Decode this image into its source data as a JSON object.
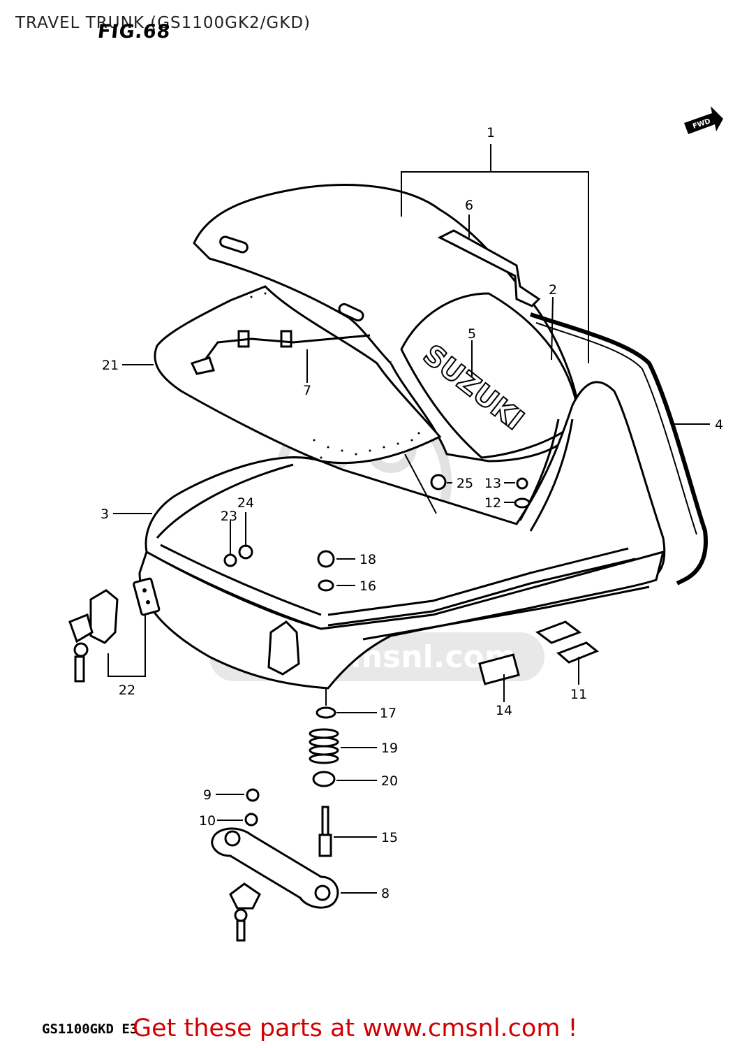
{
  "header": {
    "title": "TRAVEL TRUNK (GS1100GK2/GKD)",
    "figure": "FIG.68"
  },
  "orientation": {
    "label": "FWD"
  },
  "diagram": {
    "brand_text": "SUZUKI",
    "watermark_text": "www.cmsnl.com",
    "callouts": [
      "1",
      "2",
      "3",
      "4",
      "5",
      "6",
      "7",
      "8",
      "9",
      "10",
      "11",
      "12",
      "13",
      "14",
      "15",
      "16",
      "17",
      "18",
      "19",
      "20",
      "21",
      "22",
      "23",
      "24",
      "25"
    ]
  },
  "footer": {
    "drawing_code": "GS1100GKD E3",
    "promo": "Get these parts at www.cmsnl.com !"
  },
  "colors": {
    "line": "#000000",
    "promo": "#d10000",
    "watermark": "#e2e2e2"
  }
}
